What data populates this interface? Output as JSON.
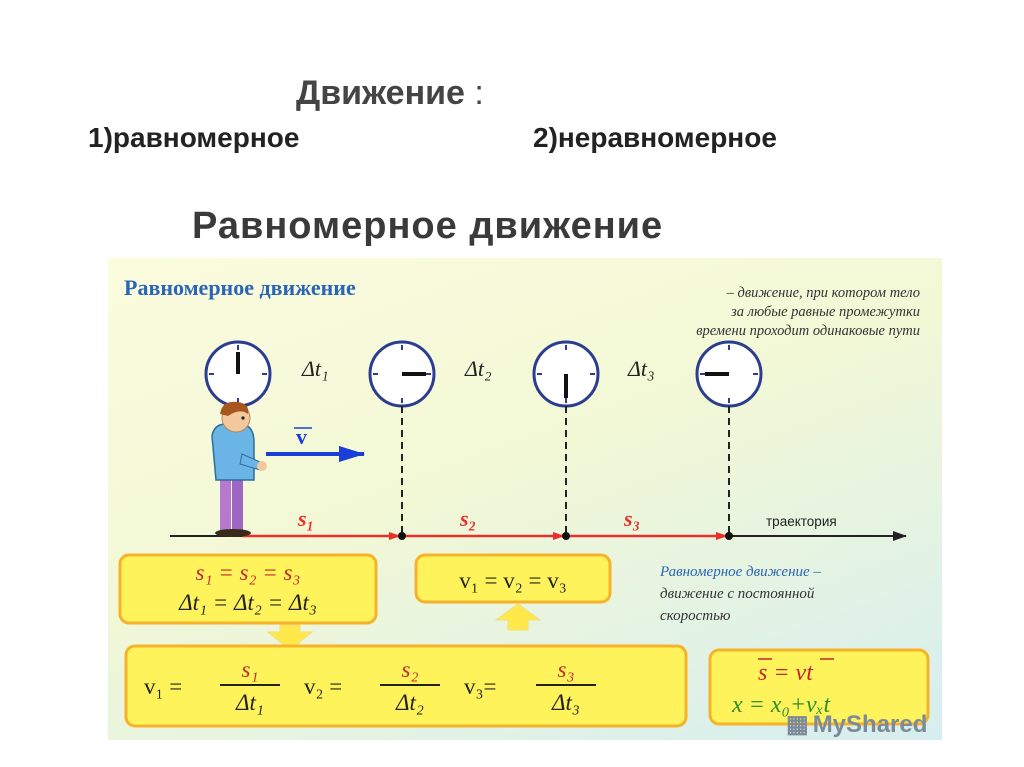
{
  "header": {
    "title": "Движение",
    "colon": ":",
    "item_1": "1)равномерное",
    "item_2": "2)неравномерное"
  },
  "banner": "Равномерное движение",
  "figure": {
    "heading": "Равномерное движение",
    "definition": [
      "– движение, при котором тело",
      "за любые равные промежутки",
      "времени проходит одинаковые пути"
    ],
    "velocity_label": "v",
    "interval_labels": [
      "Δt₁",
      "Δt₂",
      "Δt₃"
    ],
    "segment_labels": [
      "s₁",
      "s₂",
      "s₃"
    ],
    "trajectory_label": "траектория",
    "box1_lines": [
      "s₁ = s₂ = s₃",
      "Δt₁ = Δt₂ = Δt₃"
    ],
    "box2_line": "v₁ = v₂ = v₃",
    "def2_title": "Равномерное движение –",
    "def2_lines": [
      "движение с постоянной",
      "скоростью"
    ],
    "formula_v": [
      {
        "lhs": "v₁ =",
        "num": "s₁",
        "den": "Δt₁"
      },
      {
        "lhs": "v₂ =",
        "num": "s₂",
        "den": "Δt₂"
      },
      {
        "lhs": "v₃=",
        "num": "s₃",
        "den": "Δt₃"
      }
    ],
    "formula_box": [
      "s = vt",
      "x = x₀+vₓt"
    ]
  },
  "logo": "MyShared",
  "colors": {
    "heading_blue": "#2a66b6",
    "segment_red": "#e8312c",
    "box_yellow": "#fff35c",
    "box_border": "#f6b32a",
    "arrow_blue": "#1b3fd6"
  }
}
